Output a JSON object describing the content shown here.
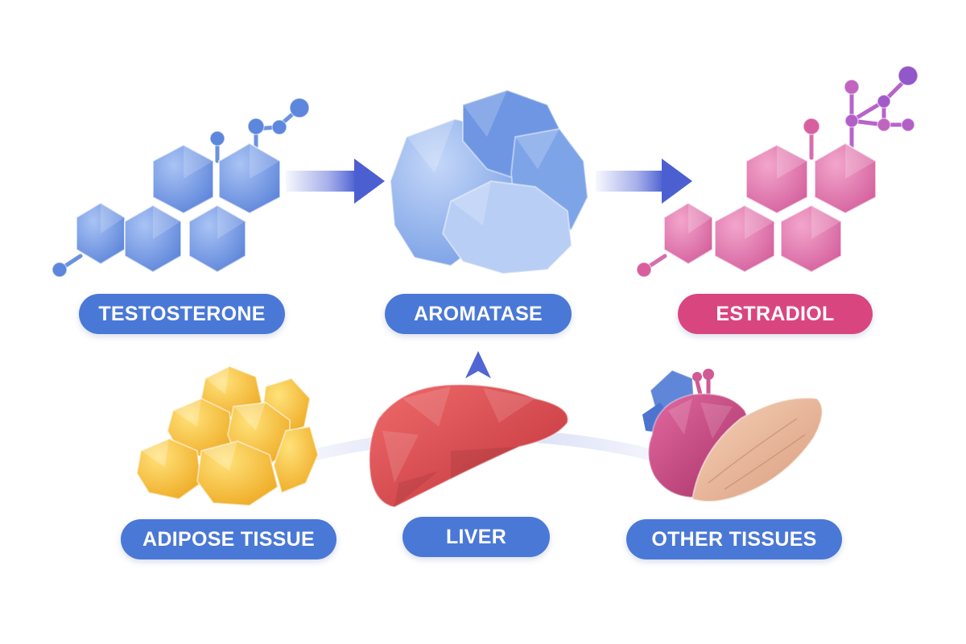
{
  "labels": {
    "testosterone": "TESTOSTERONE",
    "aromatase": "AROMATASE",
    "estradiol": "ESTRADIOL",
    "adipose": "ADIPOSE TISSUE",
    "liver": "LIVER",
    "other": "OTHER TISSUES"
  },
  "colors": {
    "blue_pill": "#4a78d6",
    "pink_pill": "#d9467f",
    "molecule_blue": "#6d93e0",
    "molecule_pink": "#dd6fa8",
    "enzyme_blue": "#7fa8e8",
    "adipose_yellow": "#f2bd2c",
    "liver_red": "#d94545",
    "muscle_tan": "#e9b898",
    "heart_magenta": "#c8457e",
    "arrow_indigo": "#5e6fd8"
  },
  "icons": [
    "testosterone-molecule-icon",
    "aromatase-enzyme-icon",
    "estradiol-molecule-icon",
    "adipose-tissue-icon",
    "liver-icon",
    "other-tissues-icon"
  ]
}
